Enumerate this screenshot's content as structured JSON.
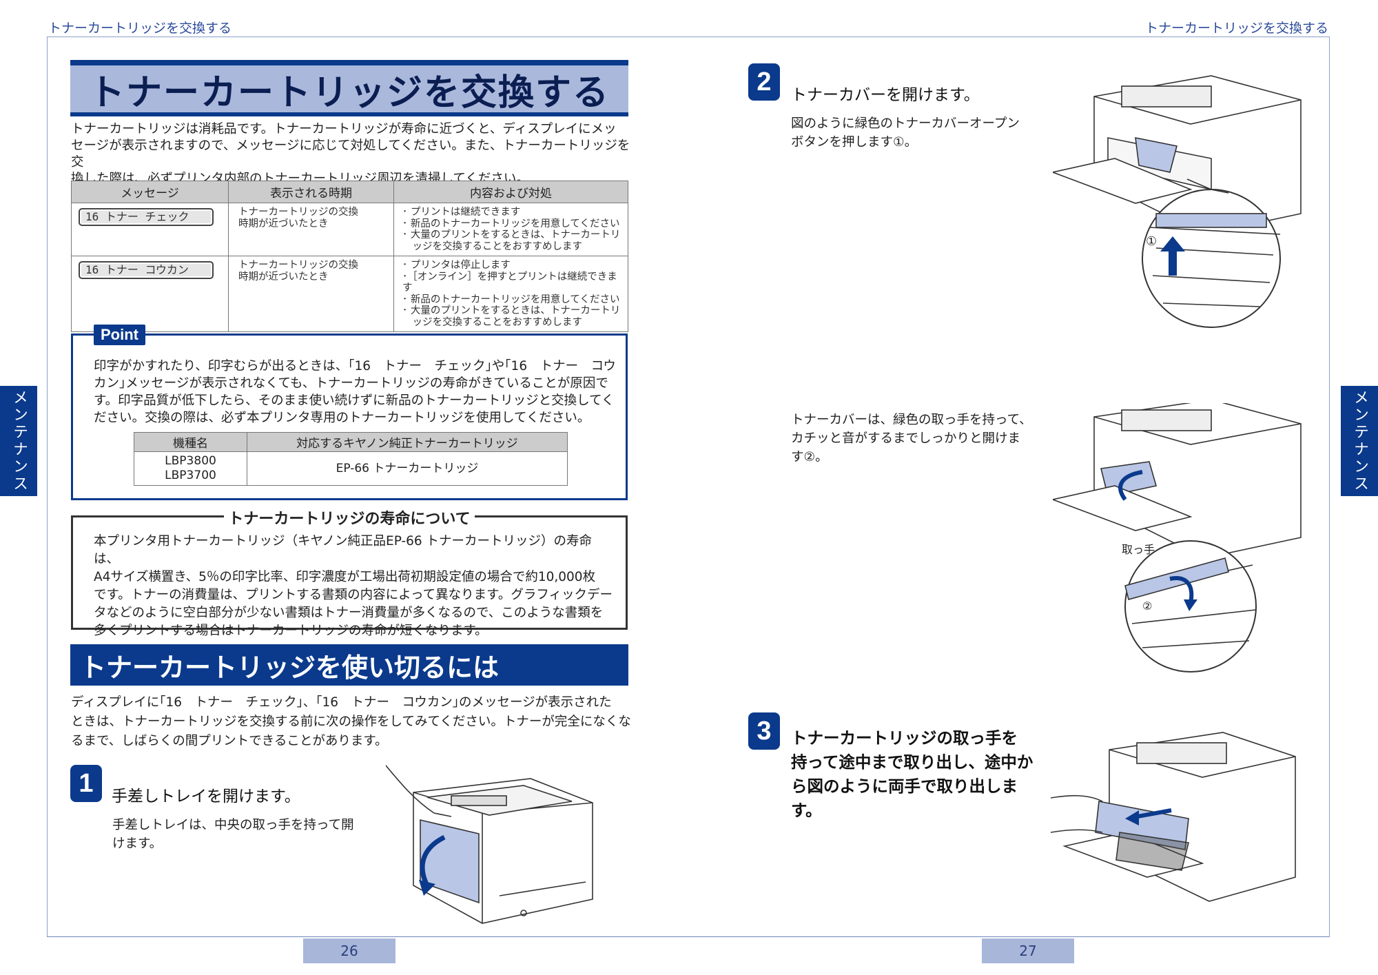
{
  "header": {
    "left": "トナーカートリッジを交換する",
    "right": "トナーカートリッジを交換する"
  },
  "side_tab": {
    "left": "メンテナンス",
    "right": "メンテナンス"
  },
  "page_numbers": {
    "left": "26",
    "right": "27"
  },
  "left_page": {
    "title": "トナーカートリッジを交換する",
    "intro_lines": [
      "トナーカートリッジは消耗品です。トナーカートリッジが寿命に近づくと、ディスプレイにメッ",
      "セージが表示されますので、メッセージに応じて対処してください。また、トナーカートリッジを交",
      "換した際は、必ずプリンタ内部のトナーカートリッジ周辺を清掃してください。"
    ],
    "message_table": {
      "headers": [
        "メッセージ",
        "表示される時期",
        "内容および対処"
      ],
      "rows": [
        {
          "message": "16 トナー チェック",
          "timing": [
            "トナーカートリッジの交換",
            "時期が近づいたとき"
          ],
          "actions": [
            "･ プリントは継続できます",
            "･ 新品のトナーカートリッジを用意してください",
            "･ 大量のプリントをするときは、トナーカートリ",
            "　ッジを交換することをおすすめします"
          ]
        },
        {
          "message": "16 トナー コウカン",
          "timing": [
            "トナーカートリッジの交換",
            "時期が近づいたとき"
          ],
          "actions": [
            "･ プリンタは停止します",
            "･［オンライン］を押すとプリントは継続できます",
            "･ 新品のトナーカートリッジを用意してください",
            "･ 大量のプリントをするときは、トナーカートリ",
            "　ッジを交換することをおすすめします"
          ]
        }
      ]
    },
    "point": {
      "label": "Point",
      "lines": [
        "印字がかすれたり、印字むらが出るときは、｢16　トナー　チェック｣や｢16　トナー　コウ",
        "カン｣メッセージが表示されなくても、トナーカートリッジの寿命がきていることが原因で",
        "す。印字品質が低下したら、そのまま使い続けずに新品のトナーカートリッジと交換してく",
        "ださい。交換の際は、必ず本プリンタ専用のトナーカートリッジを使用してください。"
      ],
      "table": {
        "headers": [
          "機種名",
          "対応するキヤノン純正トナーカートリッジ"
        ],
        "models": [
          "LBP3800",
          "LBP3700"
        ],
        "cartridge": "EP-66 トナーカートリッジ"
      }
    },
    "life": {
      "title": "トナーカートリッジの寿命について",
      "lines": [
        "本プリンタ用トナーカートリッジ（キヤノン純正品EP-66 トナーカートリッジ）の寿命は、",
        "A4サイズ横置き、5％の印字比率、印字濃度が工場出荷初期設定値の場合で約10,000枚",
        "です。トナーの消費量は、プリントする書類の内容によって異なります。グラフィックデー",
        "タなどのように空白部分が少ない書類はトナー消費量が多くなるので、このような書類を",
        "多くプリントする場合はトナーカートリッジの寿命が短くなります。"
      ]
    },
    "section_title": "トナーカートリッジを使い切るには",
    "section_lines": [
      "ディスプレイに｢16　トナー　チェック｣、｢16　トナー　コウカン｣のメッセージが表示された",
      "ときは、トナーカートリッジを交換する前に次の操作をしてみてください。トナーが完全になくな",
      "るまで、しばらくの間プリントできることがあります。"
    ],
    "step1": {
      "number": "1",
      "title": "手差しトレイを開けます。",
      "lines": [
        "手差しトレイは、中央の取っ手を持って開",
        "けます。"
      ]
    }
  },
  "right_page": {
    "step2": {
      "number": "2",
      "title": "トナーカバーを開けます。",
      "lines": [
        "図のように緑色のトナーカバーオープン",
        "ボタンを押します①。"
      ],
      "callout": "①",
      "lines2": [
        "トナーカバーは、緑色の取っ手を持って、",
        "カチッと音がするまでしっかりと開けま",
        "す②。"
      ],
      "handle_label": "取っ手",
      "callout2": "②"
    },
    "step3": {
      "number": "3",
      "title_lines": [
        "トナーカートリッジの取っ手を",
        "持って途中まで取り出し、途中か",
        "ら図のように両手で取り出しま",
        "す。"
      ]
    }
  },
  "colors": {
    "accent": "#0b3a8c",
    "title_bg": "#aab8dc",
    "page_tab": "#a7b6d9"
  }
}
